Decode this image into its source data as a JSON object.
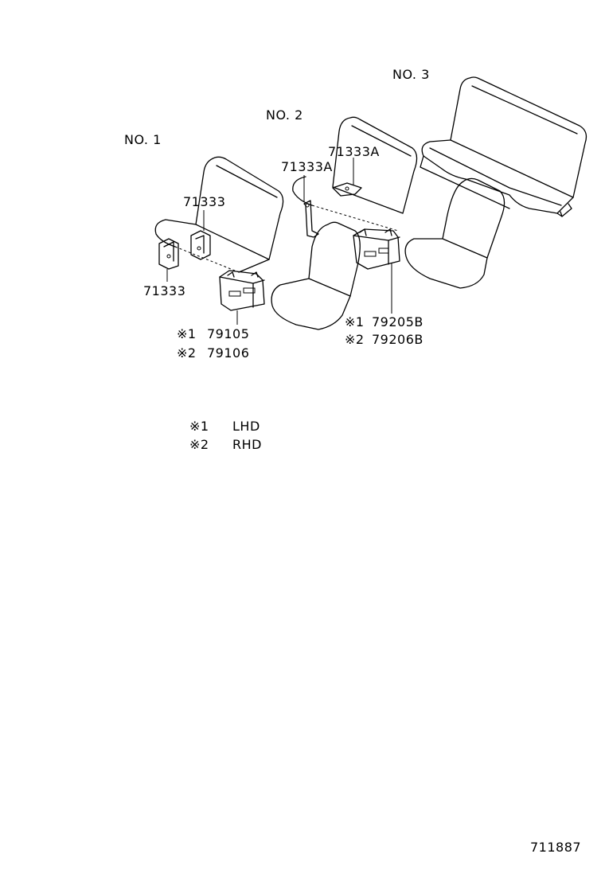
{
  "seat_groups": {
    "no1": "NO. 1",
    "no2": "NO. 2",
    "no3": "NO. 3"
  },
  "callouts": {
    "a1": "71333",
    "a2": "71333",
    "b1": "71333A",
    "b2": "71333A",
    "c1": "79105",
    "c2": "79106",
    "d1": "79205B",
    "d2": "79206B"
  },
  "markers": {
    "m1": "※1",
    "m2": "※2"
  },
  "legend": [
    {
      "marker": "※1",
      "text": "LHD"
    },
    {
      "marker": "※2",
      "text": "RHD"
    }
  ],
  "diagram_id": "711887"
}
